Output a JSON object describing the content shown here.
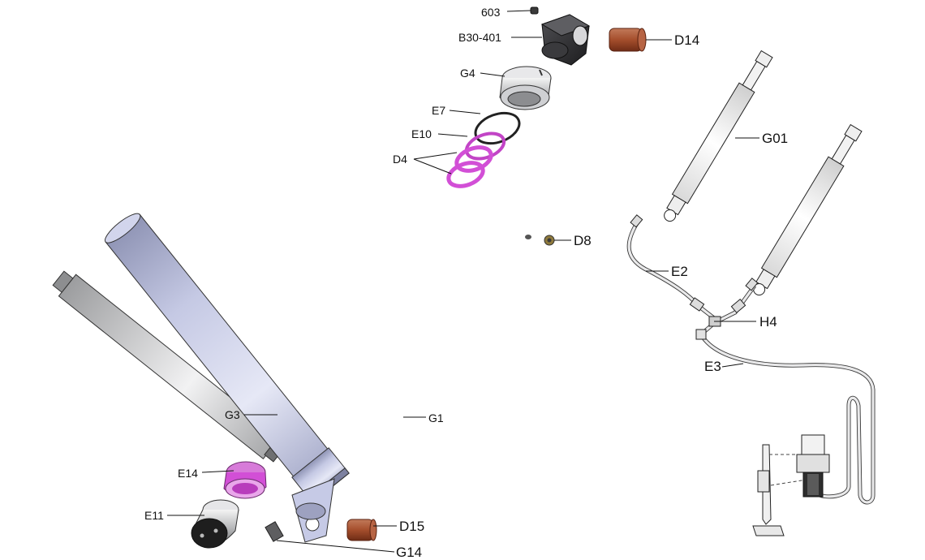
{
  "labels": {
    "p603": "603",
    "b30_401": "B30-401",
    "d14": "D14",
    "g4": "G4",
    "e7": "E7",
    "e10": "E10",
    "d4": "D4",
    "d8": "D8",
    "g01": "G01",
    "e2": "E2",
    "h4": "H4",
    "e3": "E3",
    "g3": "G3",
    "g1": "G1",
    "e14": "E14",
    "e11": "E11",
    "d15": "D15",
    "g14": "G14"
  },
  "colors": {
    "tube_blue": "#c9cde8",
    "rod_grey": "#d7d8da",
    "bushing_copper": "#9c4a2e",
    "seal_magenta": "#d24fd6",
    "block_dark": "#2b2b2d",
    "line": "#222222"
  }
}
